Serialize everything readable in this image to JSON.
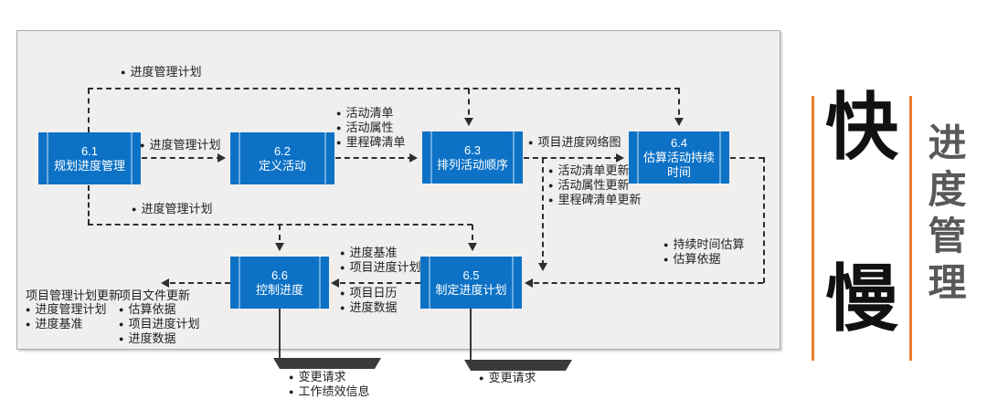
{
  "side": {
    "fast_label": "快",
    "slow_label": "慢",
    "vertical_title": "进度管理",
    "accent_color": "#ED7D31"
  },
  "colors": {
    "box_blue": "#0D72C6",
    "panel_bg": "#F0EFEE",
    "line": "#2E2E2E"
  },
  "boxes": [
    {
      "num": "6.1",
      "name": "规划进度管理"
    },
    {
      "num": "6.2",
      "name": "定义活动"
    },
    {
      "num": "6.3",
      "name": "排列活动顺序"
    },
    {
      "num": "6.4",
      "name": "估算活动持续时间"
    },
    {
      "num": "6.5",
      "name": "制定进度计划"
    },
    {
      "num": "6.6",
      "name": "控制进度"
    }
  ],
  "labels": {
    "schedule_plan_top": {
      "items": [
        "进度管理计划"
      ]
    },
    "schedule_plan_mid": {
      "items": [
        "进度管理计划"
      ]
    },
    "schedule_plan_low": {
      "items": [
        "进度管理计划"
      ]
    },
    "define_activities_out": {
      "items": [
        "活动清单",
        "活动属性",
        "里程碑清单"
      ]
    },
    "sequence_out": {
      "items": [
        "项目进度网络图"
      ]
    },
    "sequence_updates": {
      "items": [
        "活动清单更新",
        "活动属性更新",
        "里程碑清单更新"
      ]
    },
    "duration_out": {
      "items": [
        "持续时间估算",
        "估算依据"
      ]
    },
    "schedule_out_top": {
      "items": [
        "进度基准",
        "项目进度计划"
      ]
    },
    "schedule_out_bottom": {
      "items": [
        "项目日历",
        "进度数据"
      ]
    },
    "pm_plan_updates": {
      "header": "项目管理计划更新",
      "items": [
        "进度管理计划",
        "进度基准"
      ]
    },
    "doc_updates": {
      "header": "项目文件更新",
      "items": [
        "估算依据",
        "项目进度计划",
        "进度数据"
      ]
    },
    "control_out": {
      "items": [
        "变更请求",
        "工作绩效信息"
      ]
    },
    "develop_out": {
      "items": [
        "变更请求"
      ]
    }
  }
}
